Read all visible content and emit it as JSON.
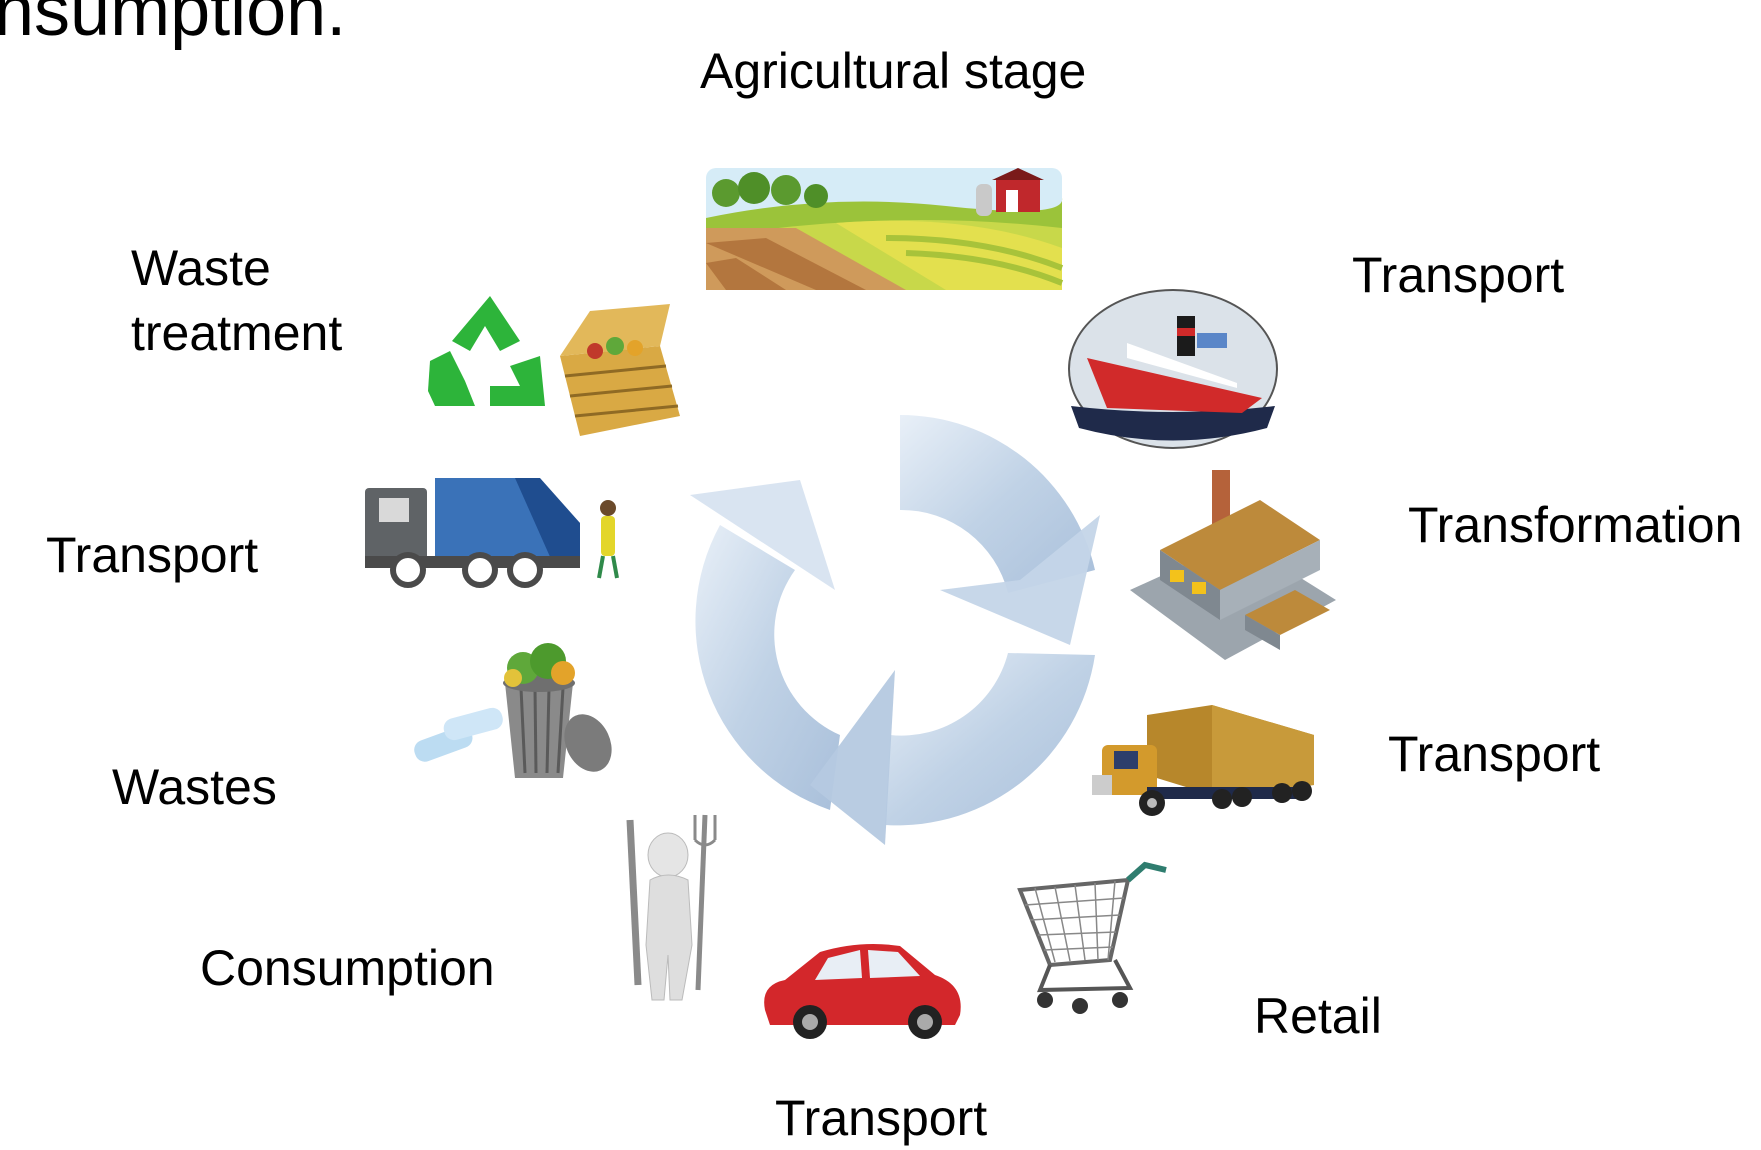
{
  "header": {
    "partial_title": "nsumption."
  },
  "cycle": {
    "stages": [
      {
        "label": "Agricultural stage",
        "icon": "farm-field-icon"
      },
      {
        "label": "Transport",
        "icon": "ship-icon"
      },
      {
        "label": "Transformation",
        "icon": "factory-icon"
      },
      {
        "label": "Transport",
        "icon": "truck-icon"
      },
      {
        "label": "Retail",
        "icon": "shopping-cart-icon"
      },
      {
        "label": "Transport",
        "icon": "car-icon"
      },
      {
        "label": "Consumption",
        "icon": "person-with-cutlery-icon"
      },
      {
        "label": "Wastes",
        "icon": "trash-can-icon"
      },
      {
        "label": "Transport",
        "icon": "garbage-truck-icon"
      },
      {
        "label": "Waste\ntreatment",
        "icon": "recycle-compost-icon"
      }
    ]
  },
  "colors": {
    "cycle_arrow": "#a9c1dc",
    "text": "#000000"
  }
}
